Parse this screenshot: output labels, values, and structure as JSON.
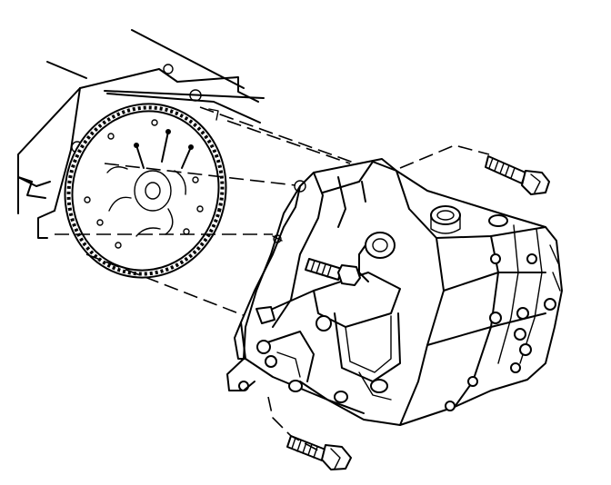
{
  "diagram": {
    "parts": [
      {
        "id": "engine-block",
        "icon": "engine-outline-icon"
      },
      {
        "id": "flywheel",
        "icon": "flywheel-icon"
      },
      {
        "id": "transaxle",
        "icon": "transaxle-icon"
      },
      {
        "id": "upper-bolt",
        "icon": "bolt-icon"
      },
      {
        "id": "lower-bolt",
        "icon": "bolt-icon"
      },
      {
        "id": "side-bolt",
        "icon": "bolt-icon"
      }
    ],
    "alignment_lines": "dashed",
    "colors": {
      "stroke": "#000000",
      "background": "#ffffff"
    }
  }
}
